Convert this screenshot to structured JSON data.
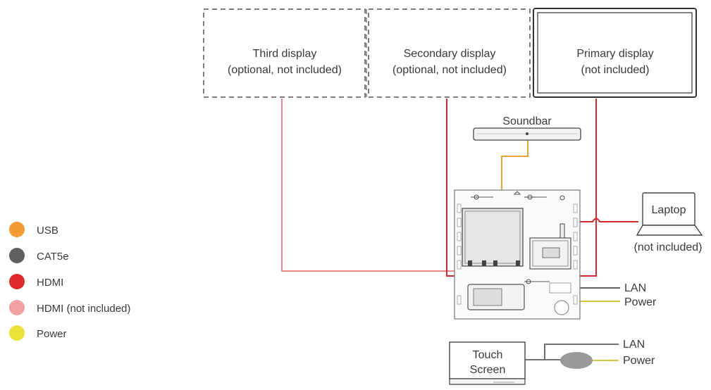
{
  "displays": {
    "third": {
      "line1": "Third display",
      "line2": "(optional, not included)"
    },
    "secondary": {
      "line1": "Secondary display",
      "line2": "(optional, not included)"
    },
    "primary": {
      "line1": "Primary display",
      "line2": "(not included)"
    }
  },
  "soundbar": {
    "label": "Soundbar"
  },
  "laptop": {
    "label": "Laptop",
    "note": "(not included)"
  },
  "rack_outputs": {
    "lan": "LAN",
    "power": "Power"
  },
  "touch_screen": {
    "line1": "Touch",
    "line2": "Screen",
    "lan": "LAN",
    "power": "Power"
  },
  "legend": [
    {
      "label": "USB",
      "color": "#f39a34"
    },
    {
      "label": "CAT5e",
      "color": "#5f5f5f"
    },
    {
      "label": "HDMI",
      "color": "#e0282e"
    },
    {
      "label": "HDMI (not included)",
      "color": "#f2a0a0"
    },
    {
      "label": "Power",
      "color": "#ebe23a"
    }
  ],
  "colors": {
    "usb": "#e8a33a",
    "cat5e": "#5f5f5f",
    "hdmi": "#d7262d",
    "hdmi_not_included": "#ee8a8a",
    "power": "#d9c640"
  }
}
